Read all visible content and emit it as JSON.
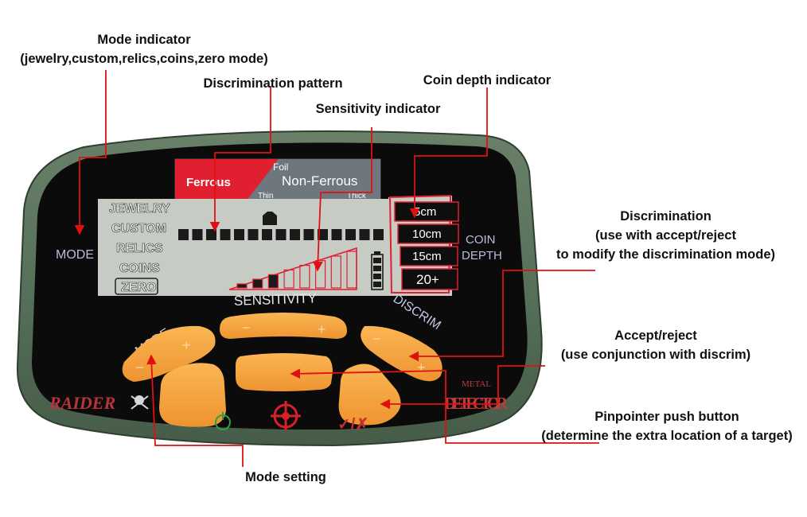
{
  "annotations": {
    "mode_indicator": {
      "title": "Mode indicator",
      "detail": "(jewelry,custom,relics,coins,zero mode)"
    },
    "discrimination_pattern": "Discrimination pattern",
    "sensitivity_indicator": "Sensitivity indicator",
    "coin_depth_indicator": "Coin depth indicator",
    "discrimination": {
      "title": "Discrimination",
      "line2": "(use with accept/reject",
      "line3": "to modify the discrimination mode)"
    },
    "accept_reject": {
      "title": "Accept/reject",
      "detail": "(use conjunction with discrim)"
    },
    "pinpointer": {
      "title": "Pinpointer push button",
      "detail": "(determine the extra location of a target)"
    },
    "mode_setting": "Mode setting"
  },
  "device": {
    "panel_label_mode": "MODE",
    "panel_label_coin": "COIN",
    "panel_label_depth": "DEPTH",
    "brand": "RAIDER",
    "metal_label": "METAL",
    "detector_label": "DETECTOR",
    "lcd": {
      "ferrous": "Ferrous",
      "foil": "Foil",
      "non_ferrous": "Non-Ferrous",
      "thin": "Thin",
      "thick": "Thick",
      "modes": [
        "JEWELRY",
        "CUSTOM",
        "RELICS",
        "COINS",
        "ZERO"
      ],
      "selected_mode": "ZERO",
      "depths": [
        "5cm",
        "10cm",
        "15cm",
        "20+"
      ],
      "discrimination_segments": 15,
      "sensitivity_bars": 8
    },
    "sensitivity_label": "SENSITIVITY",
    "mode_label": "MODE",
    "discrim_label": "DISCRIM",
    "minus_sign": "−",
    "plus_sign": "+",
    "accept_reject_symbol": "✓/✗"
  },
  "colors": {
    "body": "#58705a",
    "face": "#0b0b0c",
    "button": "#f5a23d",
    "arrow": "#e01010",
    "lcd": "#c6cbc4",
    "ferrous_red": "#e02030",
    "label_blue": "#b8bedf"
  }
}
